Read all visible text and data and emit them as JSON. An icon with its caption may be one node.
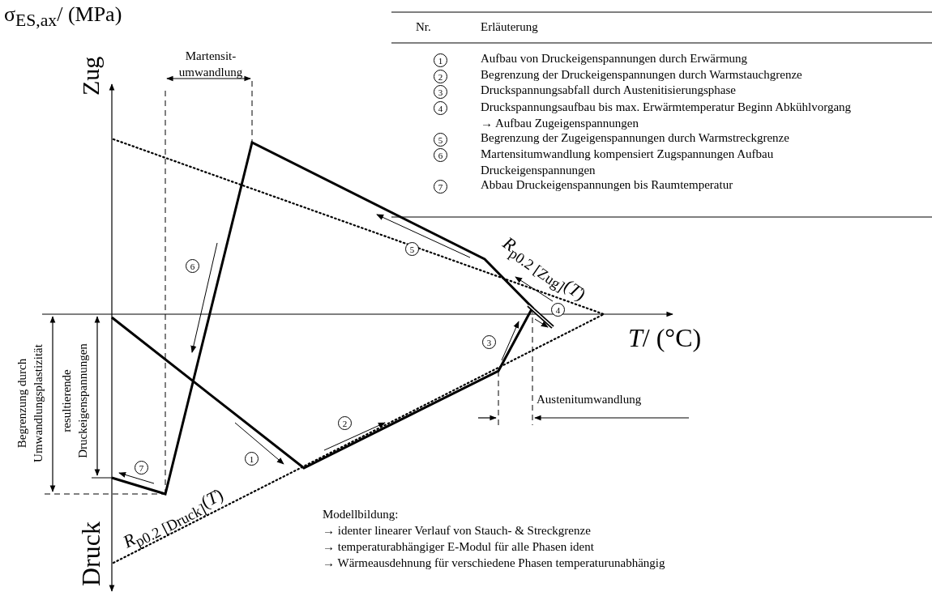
{
  "diagram": {
    "labels": [
      "σ$_{ES,ax}$/ (MPa)",
      "Martensit- umwandlung",
      "Zug",
      "Nr.",
      "Erläuterung",
      "1",
      "Aufbau von Druckeigenspannungen durch Erwärmung",
      "2",
      "Begrenzung der Druckeigenspannungen durch Warmstauchgrenze",
      "3",
      "Druckspannungsabfall durch Austenitisierungsphase",
      "4",
      "Druckspannungsaufbau bis max. Erwärmtemperatur Beginn Abkühlvorgang → Aufbau Zugeigenspannungen",
      "5",
      "Begrenzung der Zugeigenspannungen durch Warmstreckgrenze",
      "6",
      "Martensitumwandlung kompensiert Zugspannungen Aufbau Druckeigenspannungen",
      "7",
      "Abbau Druckeigenspannungen bis Raumtemperatur",
      "6",
      "5",
      "*R*$_{p0.2 [Zug]}$(*T*)",
      "4",
      "3",
      "*T*/ (°C)",
      "Begrenzung durch Umwandlungsplastizität",
      "resultierende Druckeigenspannungen",
      "2",
      "1",
      "Austenitumwandlung",
      "7",
      "*R*$_{p0.2 [Druck]}$(*T*)",
      "Druck",
      "Modellbildung:",
      "→ identer linearer Verlauf von Stauch- & Streckgrenze",
      "→ temperaturabhängiger E-Modul für alle Phasen ident",
      "→ Wärmeausdehnung für verschiedene Phasen temperaturunabhängig"
    ]
  }
}
